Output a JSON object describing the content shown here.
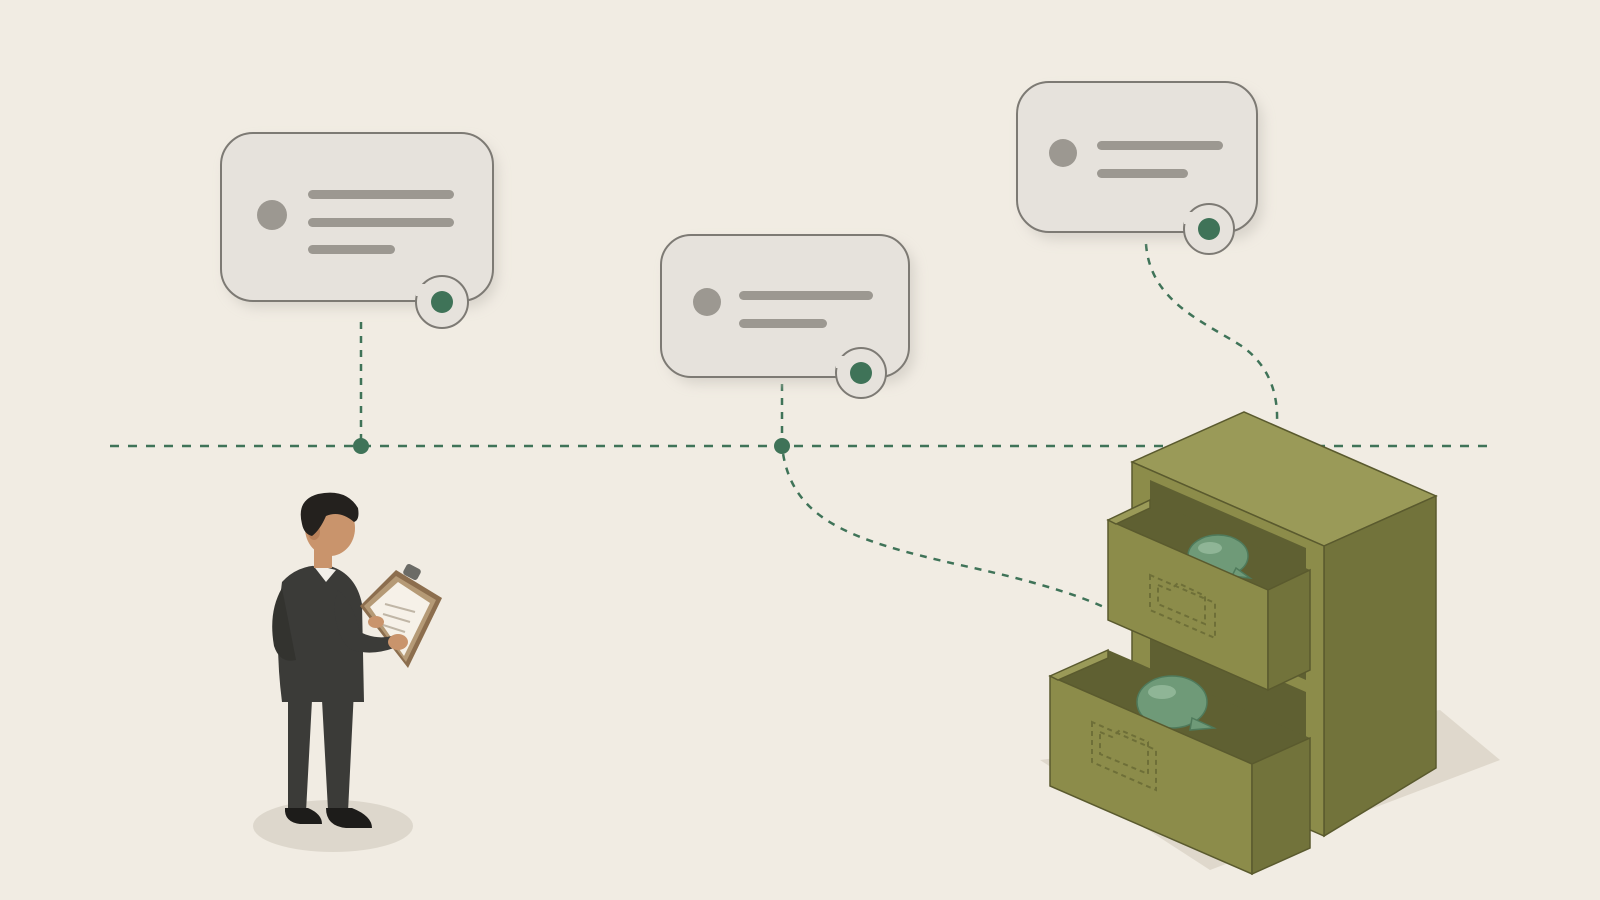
{
  "palette": {
    "background": "#f1ece3",
    "bubble_fill": "#e6e2dc",
    "bubble_stroke": "#7d7a74",
    "placeholder_grey": "#9c9891",
    "accent_green": "#3f7358",
    "cabinet_front": "#8c8c4a",
    "cabinet_top": "#9a9a58",
    "cabinet_side": "#72733b",
    "cabinet_inner": "#5f6032",
    "stored_bubble": "#6f9a78",
    "suit": "#3b3b38",
    "skin": "#c9946c",
    "hair": "#24211e",
    "clipboard": "#b59a76"
  },
  "timeline": {
    "markers": 2
  },
  "bubbles": [
    {
      "lines": 3
    },
    {
      "lines": 2
    },
    {
      "lines": 2
    }
  ],
  "icons": [
    "person-icon",
    "clipboard-icon",
    "filing-cabinet-icon",
    "speech-bubble-icon",
    "folder-label-icon"
  ]
}
